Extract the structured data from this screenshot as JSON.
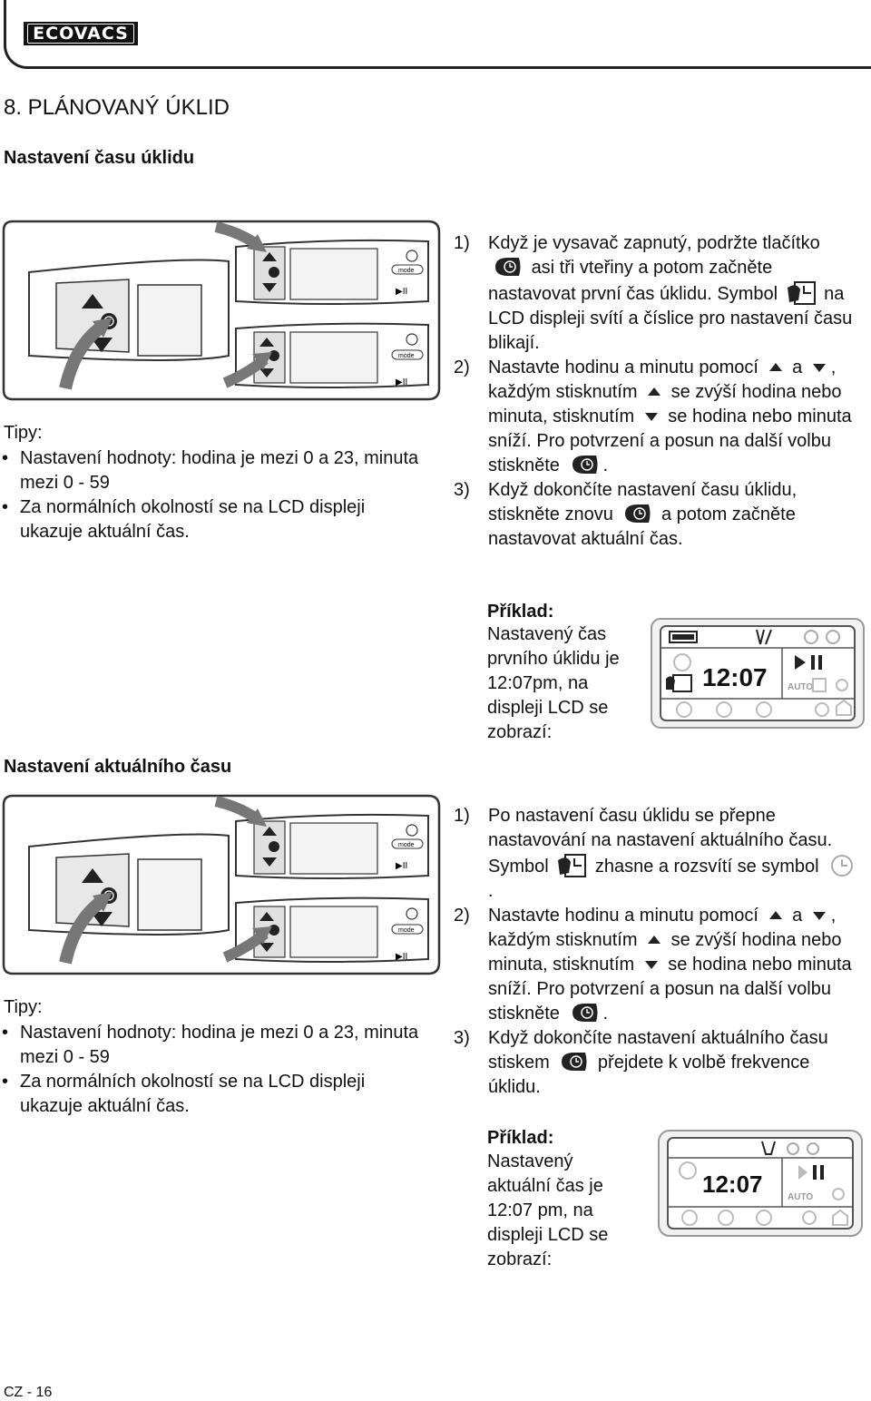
{
  "header": {
    "brand": "ECOVACS"
  },
  "page_title": "8. PLÁNOVANÝ ÚKLID",
  "section1": {
    "heading": "Nastavení času úklidu",
    "tips_label": "Tipy:",
    "tips": [
      "Nastavení hodnoty: hodina je mezi 0 a 23, minuta mezi 0 - 59",
      "Za normálních okolností se na LCD displeji ukazuje aktuální čas."
    ],
    "steps": {
      "s1_num": "1)",
      "s1_a": "Když je vysavač zapnutý, podržte tlačítko",
      "s1_b": "asi tři vteřiny a potom začněte nastavovat první čas úklidu. Symbol",
      "s1_c": "na LCD displeji svítí a číslice pro nastavení času blikají.",
      "s2_num": "2)",
      "s2_a": "Nastavte hodinu a minutu pomocí",
      "s2_b": "a",
      "s2_c": ", každým stisknutím",
      "s2_d": "se zvýší hodina nebo minuta, stisknutím",
      "s2_e": "se hodina nebo minuta sníží. Pro potvrzení a posun na další volbu stiskněte",
      "s2_f": ".",
      "s3_num": "3)",
      "s3_a": "Když dokončíte nastavení času úklidu, stiskněte znovu",
      "s3_b": "a potom začněte nastavovat aktuální čas."
    },
    "example": {
      "label": "Příklad:",
      "text": "Nastavený čas prvního úklidu je 12:07pm, na displeji LCD se zobrazí:",
      "lcd_time": "12:07",
      "lcd_auto": "AUTO"
    }
  },
  "section2": {
    "heading": "Nastavení aktuálního času",
    "tips_label": "Tipy:",
    "tips": [
      "Nastavení hodnoty: hodina je mezi 0 a 23, minuta mezi 0 - 59",
      "Za normálních okolností se na LCD displeji ukazuje aktuální čas."
    ],
    "steps": {
      "s1_num": "1)",
      "s1_a": "Po nastavení času úklidu se přepne nastavování na nastavení aktuálního času. Symbol",
      "s1_b": "zhasne a rozsvítí se symbol",
      "s1_c": ".",
      "s2_num": "2)",
      "s2_a": "Nastavte hodinu a minutu pomocí",
      "s2_b": "a",
      "s2_c": ", každým stisknutím",
      "s2_d": "se zvýší hodina nebo minuta, stisknutím",
      "s2_e": "se hodina nebo minuta sníží. Pro potvrzení a posun na další volbu stiskněte",
      "s2_f": ".",
      "s3_num": "3)",
      "s3_a": "Když dokončíte nastavení aktuálního času stiskem",
      "s3_b": "přejdete k volbě frekvence úklidu."
    },
    "example": {
      "label": "Příklad:",
      "text": "Nastavený aktuální čas je 12:07 pm, na displeji LCD se zobrazí:",
      "lcd_time": "12:07",
      "lcd_auto": "AUTO"
    }
  },
  "panel_labels": {
    "mode": "mode",
    "play_pause": "▶II"
  },
  "footer": {
    "page_number": "CZ - 16"
  }
}
